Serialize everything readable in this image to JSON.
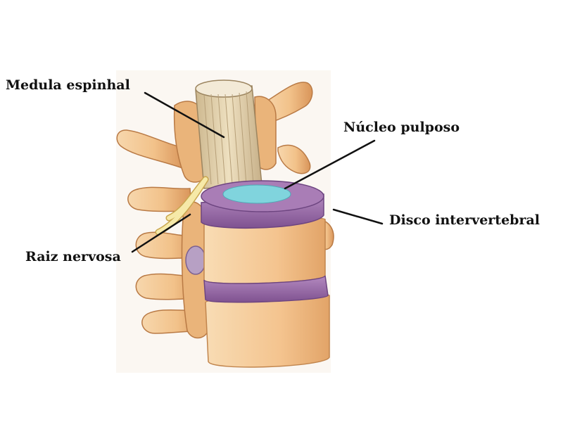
{
  "diagram": {
    "labels": {
      "medula": "Medula espinhal",
      "nucleo": "Núcleo pulposo",
      "disco": "Disco intervertebral",
      "raiz": "Raiz nervosa"
    },
    "colors": {
      "bone": "#f2c48e",
      "bone_shadow": "#d99a5c",
      "disc": "#9a6aa6",
      "nucleus": "#7fd3dc",
      "cord": "#e6d6b4",
      "nerve": "#f3e6a2",
      "leader": "#111111"
    }
  }
}
